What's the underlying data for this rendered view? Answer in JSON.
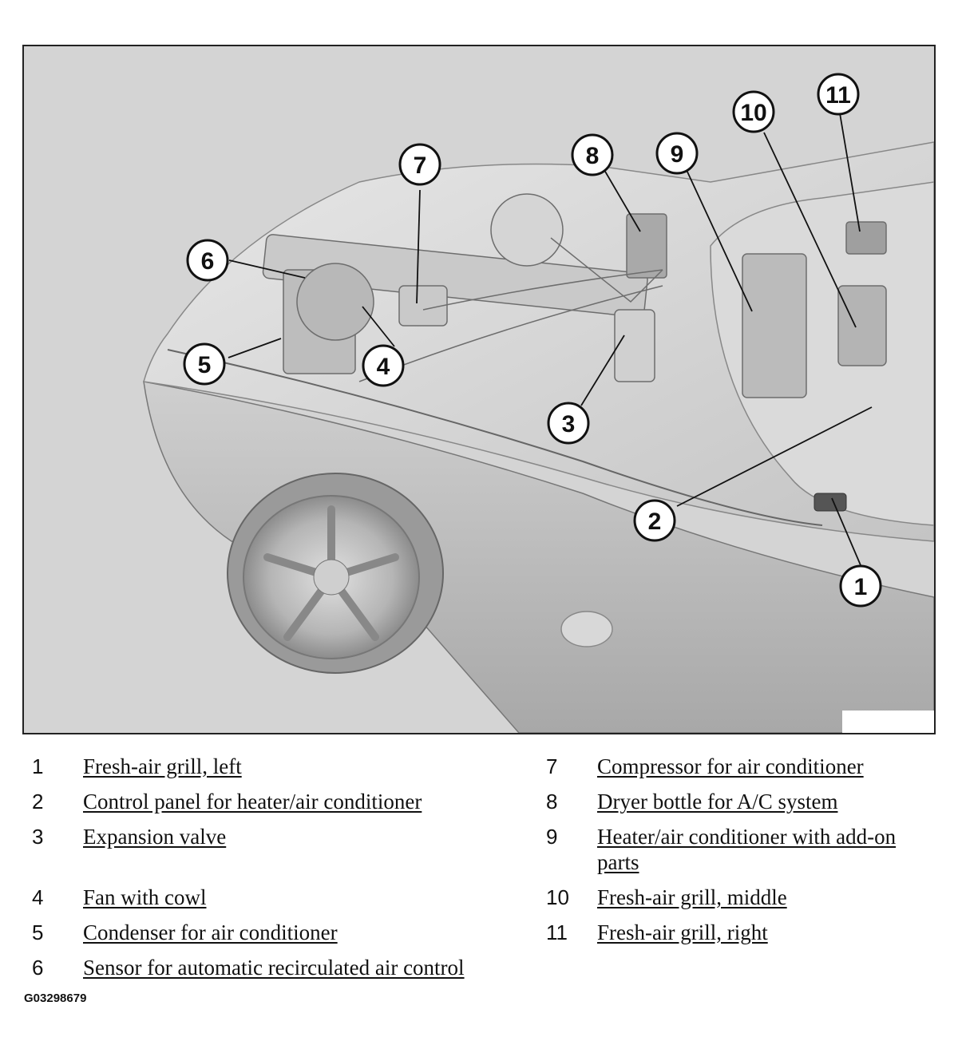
{
  "figure": {
    "id": "G03298679",
    "callouts": [
      "1",
      "2",
      "3",
      "4",
      "5",
      "6",
      "7",
      "8",
      "9",
      "10",
      "11"
    ]
  },
  "legend": {
    "left": [
      {
        "num": "1",
        "label": "Fresh-air grill, left"
      },
      {
        "num": "2",
        "label": "Control panel for heater/air conditioner"
      },
      {
        "num": "3",
        "label": "Expansion valve"
      },
      {
        "num": "4",
        "label": "Fan with cowl"
      },
      {
        "num": "5",
        "label": "Condenser for air conditioner"
      },
      {
        "num": "6",
        "label": "Sensor for automatic recirculated air control"
      }
    ],
    "right": [
      {
        "num": "7",
        "label": "Compressor for air conditioner"
      },
      {
        "num": "8",
        "label": "Dryer bottle for A/C system"
      },
      {
        "num": "9",
        "label": "Heater/air conditioner with add-on parts"
      },
      {
        "num": "10",
        "label": "Fresh-air grill, middle"
      },
      {
        "num": "11",
        "label": "Fresh-air grill, right"
      }
    ]
  },
  "colors": {
    "background": "#d4d4d4",
    "body": "#c2c2c2",
    "body_light": "#e6e6e6",
    "wheel": "#b0b0b0",
    "tire": "#9a9a9a"
  }
}
